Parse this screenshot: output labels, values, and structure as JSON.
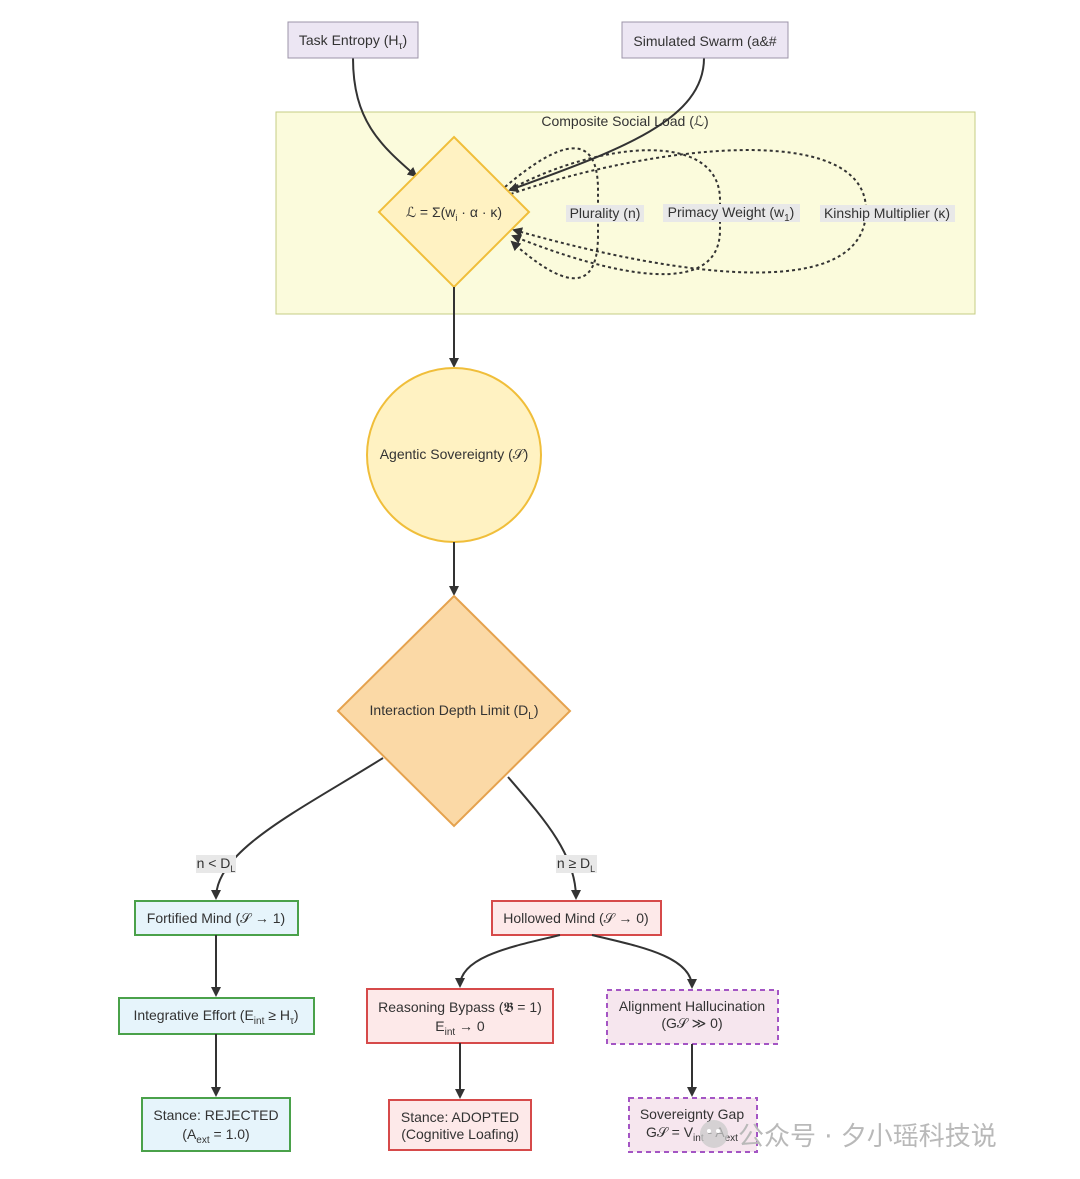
{
  "inputs": {
    "task_entropy": {
      "label": "Task Entropy (H",
      "sub": "τ",
      "end": ")"
    },
    "simulated_swarm": {
      "label": "Simulated Swarm (a&#"
    }
  },
  "composite": {
    "title": "Composite Social Load (ℒ)",
    "formula_prefix": "ℒ = Σ(w",
    "formula_sub": "i",
    "formula_suffix": " · α · κ)",
    "plurality": "Plurality (n)",
    "primacy_prefix": "Primacy Weight (w",
    "primacy_sub": "1",
    "primacy_suffix": ")",
    "kinship": "Kinship Multiplier (κ)"
  },
  "sovereignty": {
    "label": "Agentic Sovereignty (𝒮)"
  },
  "depth_limit": {
    "label": "Interaction Depth Limit (D",
    "sub": "L",
    "end": ")"
  },
  "edges": {
    "left": {
      "prefix": "n < D",
      "sub": "L"
    },
    "right": {
      "prefix": "n ≥ D",
      "sub": "L"
    }
  },
  "left_branch": {
    "fortified": "Fortified Mind (𝒮 → 1)",
    "integrative": {
      "prefix": "Integrative Effort (E",
      "sub1": "int",
      "mid": " ≥ H",
      "sub2": "τ",
      "end": ")"
    },
    "rejected_line1": "Stance: REJECTED",
    "rejected_line2": {
      "prefix": "(A",
      "sub": "ext",
      "suffix": " = 1.0)"
    }
  },
  "right_branch": {
    "hollowed": "Hollowed Mind (𝒮 → 0)",
    "bypass_line1": "Reasoning Bypass (𝕭 = 1)",
    "bypass_line2": {
      "prefix": "E",
      "sub": "int",
      "suffix": " → 0"
    },
    "adopted_line1": "Stance: ADOPTED",
    "adopted_line2": "(Cognitive Loafing)",
    "hallucination_line1": "Alignment Hallucination",
    "hallucination_line2": "(G𝒮 ≫ 0)",
    "gap_line1": "Sovereignty Gap",
    "gap_line2": {
      "prefix": "G𝒮 = V",
      "sub1": "int",
      "mid": " - A",
      "sub2": "ext"
    }
  },
  "watermark": "公众号 · 夕小瑶科技说",
  "colors": {
    "input_fill": "#ece6f3",
    "input_stroke": "#9c94a8",
    "cluster_fill": "#fbfbdc",
    "cluster_stroke": "#c6cc84",
    "yellow_fill": "#fff2c2",
    "yellow_stroke": "#f0be3a",
    "orange_fill": "#fbd9a6",
    "orange_stroke": "#e5a24e",
    "green_fill": "#e6f4fb",
    "green_stroke": "#4aa14a",
    "red_fill": "#fde9e9",
    "red_stroke": "#d64a4a",
    "purple_fill": "#f6e6ee",
    "purple_stroke": "#a455c4",
    "edge": "#333333"
  }
}
